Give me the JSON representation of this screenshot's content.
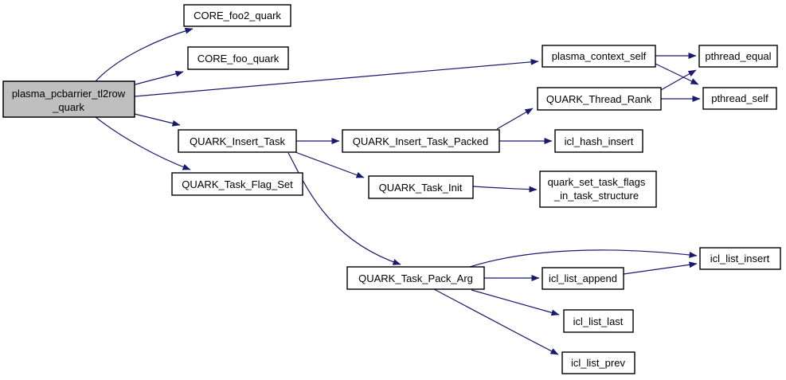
{
  "diagram": {
    "type": "call-graph",
    "colors": {
      "edge": "#191970",
      "node_fill": "#ffffff",
      "node_border": "#000000",
      "root_fill": "#bfbfbf",
      "background": "#ffffff",
      "text": "#000000"
    },
    "nodes": {
      "plasma_pcbarrier_tl2row_quark": {
        "label": "plasma_pcbarrier_tl2row_quark",
        "lines": [
          "plasma_pcbarrier_tl2row",
          "_quark"
        ]
      },
      "CORE_foo2_quark": {
        "label": "CORE_foo2_quark"
      },
      "CORE_foo_quark": {
        "label": "CORE_foo_quark"
      },
      "plasma_context_self": {
        "label": "plasma_context_self"
      },
      "pthread_equal": {
        "label": "pthread_equal"
      },
      "QUARK_Thread_Rank": {
        "label": "QUARK_Thread_Rank"
      },
      "pthread_self": {
        "label": "pthread_self"
      },
      "QUARK_Insert_Task": {
        "label": "QUARK_Insert_Task"
      },
      "QUARK_Insert_Task_Packed": {
        "label": "QUARK_Insert_Task_Packed"
      },
      "icl_hash_insert": {
        "label": "icl_hash_insert"
      },
      "QUARK_Task_Flag_Set": {
        "label": "QUARK_Task_Flag_Set"
      },
      "QUARK_Task_Init": {
        "label": "QUARK_Task_Init"
      },
      "quark_set_task_flags_in_task_structure": {
        "label": "quark_set_task_flags_in_task_structure",
        "lines": [
          "quark_set_task_flags",
          "_in_task_structure"
        ]
      },
      "QUARK_Task_Pack_Arg": {
        "label": "QUARK_Task_Pack_Arg"
      },
      "icl_list_append": {
        "label": "icl_list_append"
      },
      "icl_list_insert": {
        "label": "icl_list_insert"
      },
      "icl_list_last": {
        "label": "icl_list_last"
      },
      "icl_list_prev": {
        "label": "icl_list_prev"
      }
    },
    "edges": [
      {
        "from": "plasma_pcbarrier_tl2row_quark",
        "to": "CORE_foo2_quark"
      },
      {
        "from": "plasma_pcbarrier_tl2row_quark",
        "to": "CORE_foo_quark"
      },
      {
        "from": "plasma_pcbarrier_tl2row_quark",
        "to": "plasma_context_self"
      },
      {
        "from": "plasma_pcbarrier_tl2row_quark",
        "to": "QUARK_Insert_Task"
      },
      {
        "from": "plasma_pcbarrier_tl2row_quark",
        "to": "QUARK_Task_Flag_Set"
      },
      {
        "from": "plasma_context_self",
        "to": "pthread_equal"
      },
      {
        "from": "plasma_context_self",
        "to": "pthread_self"
      },
      {
        "from": "QUARK_Thread_Rank",
        "to": "pthread_equal"
      },
      {
        "from": "QUARK_Thread_Rank",
        "to": "pthread_self"
      },
      {
        "from": "QUARK_Insert_Task",
        "to": "QUARK_Insert_Task_Packed"
      },
      {
        "from": "QUARK_Insert_Task",
        "to": "QUARK_Task_Init"
      },
      {
        "from": "QUARK_Insert_Task",
        "to": "QUARK_Task_Pack_Arg"
      },
      {
        "from": "QUARK_Insert_Task_Packed",
        "to": "icl_hash_insert"
      },
      {
        "from": "QUARK_Insert_Task_Packed",
        "to": "QUARK_Thread_Rank"
      },
      {
        "from": "QUARK_Task_Init",
        "to": "quark_set_task_flags_in_task_structure"
      },
      {
        "from": "QUARK_Task_Pack_Arg",
        "to": "icl_list_insert"
      },
      {
        "from": "QUARK_Task_Pack_Arg",
        "to": "icl_list_append"
      },
      {
        "from": "QUARK_Task_Pack_Arg",
        "to": "icl_list_last"
      },
      {
        "from": "QUARK_Task_Pack_Arg",
        "to": "icl_list_prev"
      },
      {
        "from": "icl_list_append",
        "to": "icl_list_insert"
      }
    ]
  }
}
